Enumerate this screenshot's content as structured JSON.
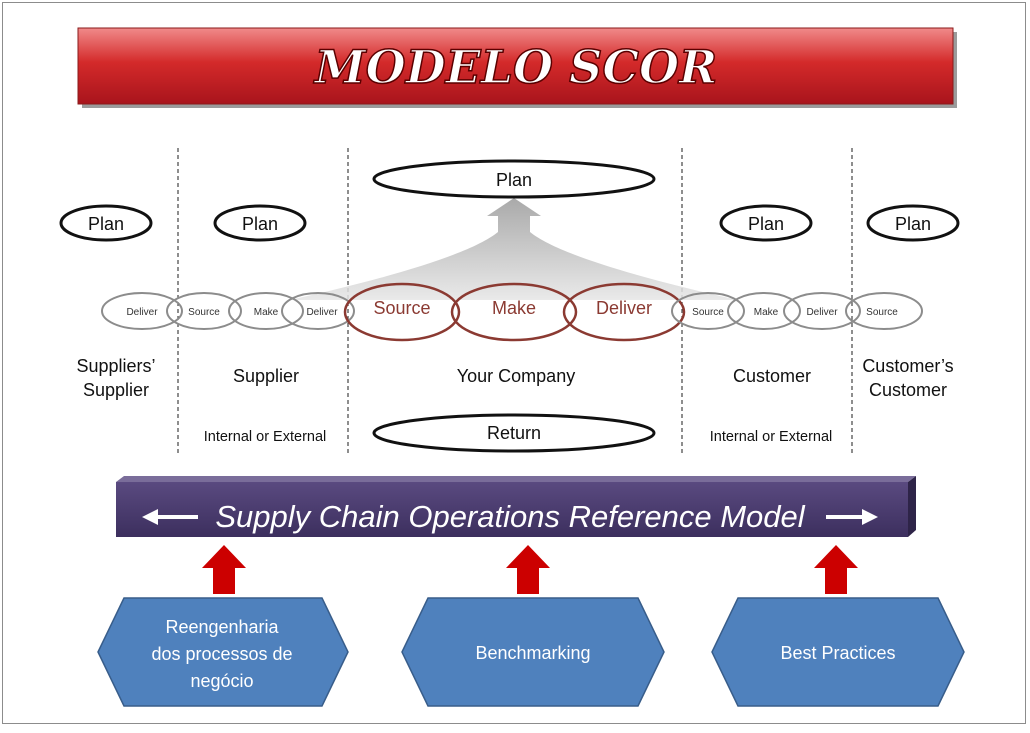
{
  "title": "MODELO SCOR",
  "columns": {
    "suppliers_supplier": "Suppliers’ Supplier",
    "supplier": "Supplier",
    "your_company": "Your Company",
    "customer": "Customer",
    "customers_customer": "Customer’s Customer"
  },
  "plan_label": "Plan",
  "return_label": "Return",
  "internal_external": "Internal or External",
  "processes": {
    "source": "Source",
    "make": "Make",
    "deliver": "Deliver"
  },
  "banner": "Supply Chain Operations Reference Model",
  "practices": {
    "reengineering": [
      "Reengenharia",
      "dos processos de",
      "negócio"
    ],
    "benchmarking": "Benchmarking",
    "best_practices": "Best Practices"
  },
  "colors": {
    "title_red": "#c8202a",
    "banner_purple": "#4a3b6e",
    "arrow_red": "#cc0000",
    "hexagon_blue": "#4f81bd",
    "chain_brown": "#8b3a32",
    "chain_gray": "#8c8c8c"
  }
}
